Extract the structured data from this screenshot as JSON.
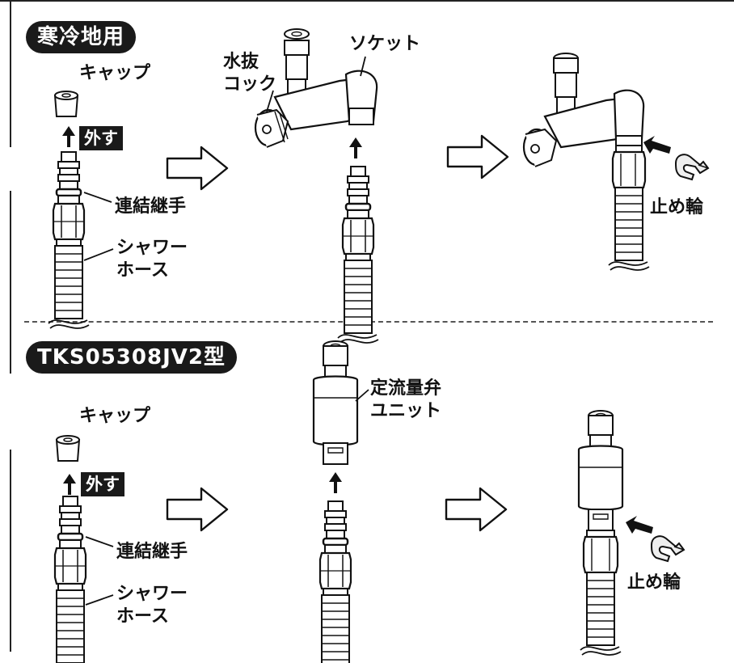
{
  "sections": [
    {
      "title": "寒冷地用",
      "labels": {
        "cap": "キャップ",
        "remove": "外す",
        "coupling": "連結継手",
        "hose_line1": "シャワー",
        "hose_line2": "ホース",
        "drain_line1": "水抜",
        "drain_line2": "コック",
        "socket": "ソケット",
        "clip": "止め輪"
      }
    },
    {
      "title": "TKS05308JV2型",
      "labels": {
        "cap": "キャップ",
        "remove": "外す",
        "coupling": "連結継手",
        "hose_line1": "シャワー",
        "hose_line2": "ホース",
        "unit_line1": "定流量弁",
        "unit_line2": "ユニット",
        "clip": "止め輪"
      }
    }
  ]
}
